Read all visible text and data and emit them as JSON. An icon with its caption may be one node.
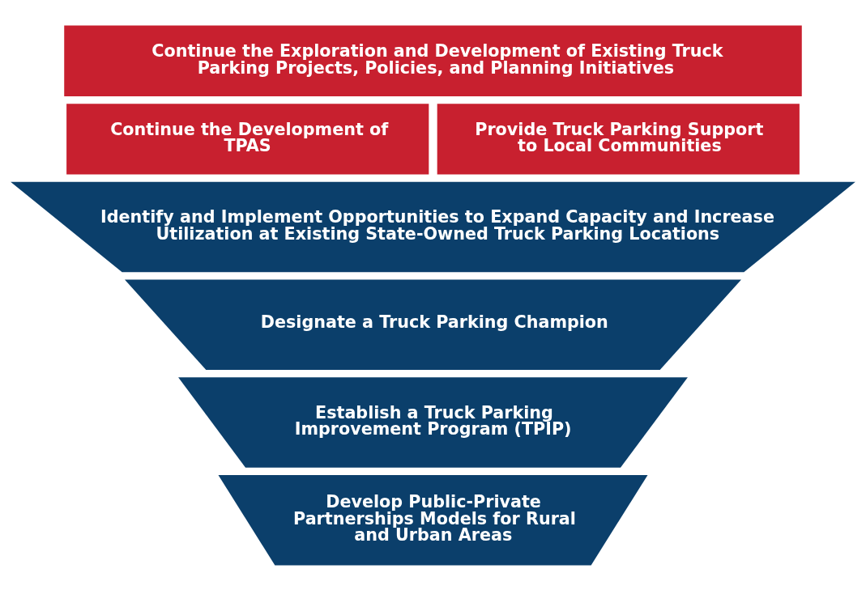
{
  "diagram": {
    "nodes": [
      {
        "text": [
          "Continue the Exploration and Development of Existing Truck Parking Projects, Policies, and Planning Initiatives"
        ]
      },
      {
        "text": [
          "Continue the Development of TPAS"
        ]
      },
      {
        "text": [
          "Provide Truck Parking Support to Local Communities"
        ]
      },
      {
        "text": [
          "Identify and Implement Opportunities to Expand Capacity and Increase Utilization at Existing State-Owned Truck Parking Locations"
        ]
      },
      {
        "text": [
          "Designate a Truck Parking Champion"
        ]
      },
      {
        "text": [
          "Establish a Truck Parking Improvement Program (TPIP)"
        ]
      },
      {
        "text": [
          "Develop Public-Private Partnerships Models for Rural and Urban Areas"
        ]
      }
    ]
  }
}
